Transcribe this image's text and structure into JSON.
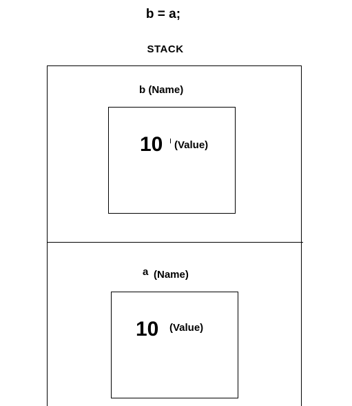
{
  "code": "b = a;",
  "stack_label": "STACK",
  "frames": {
    "b": {
      "variable": "b",
      "name_tag": "(Name)",
      "value": "10",
      "value_tag": "(Value)"
    },
    "a": {
      "variable": "a",
      "name_tag": "(Name)",
      "value": "10",
      "value_tag": "(Value)"
    }
  }
}
